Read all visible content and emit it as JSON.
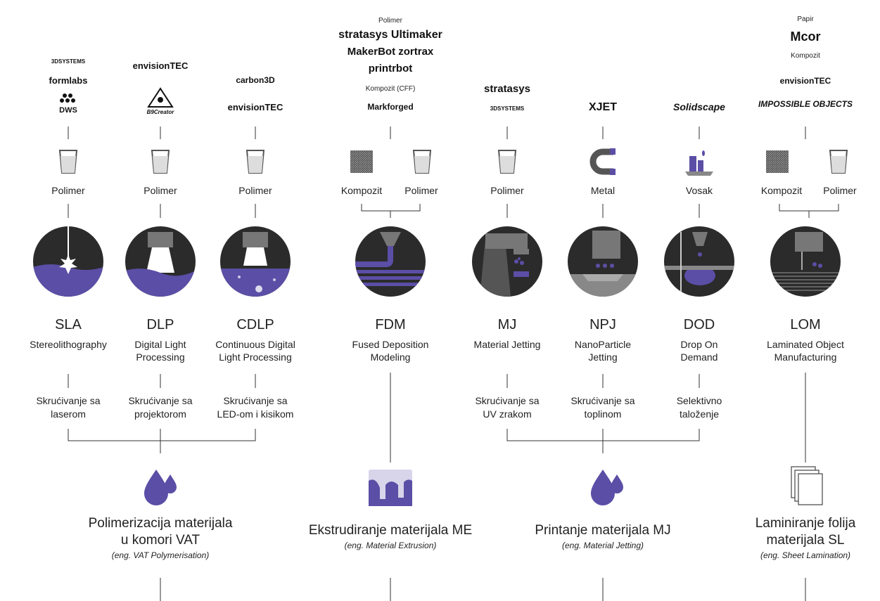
{
  "header_labels": {
    "fdm_polimer": "Polimer",
    "fdm_kompozit": "Kompozit (CFF)",
    "lom_papir": "Papir",
    "lom_kompozit": "Kompozit"
  },
  "logos": {
    "systems3d": "3DSYSTEMS",
    "formlabs": "formlabs",
    "dws": "DWS",
    "envisiontec": "envisionTEC",
    "bjcreator": "B9Creator",
    "carbon3d": "carbon3D",
    "stratasys": "stratasys",
    "ultimaker": "Ultimaker",
    "makerbot": "MakerBot",
    "zortrax": "zortrax",
    "printrbot": "printrbot",
    "markforged": "Markforged",
    "xjet": "XJET",
    "solidscape": "Solidscape",
    "mcor": "Mcor",
    "impossible": "IMPOSSIBLE",
    "objects": "OBJECTS"
  },
  "materials": {
    "polimer": "Polimer",
    "kompozit": "Kompozit",
    "metal": "Metal",
    "vosak": "Vosak"
  },
  "processes": [
    {
      "abbr": "SLA",
      "name_lines": [
        "Stereolithography"
      ],
      "method_lines": [
        "Skrućivanje sa",
        "laserom"
      ]
    },
    {
      "abbr": "DLP",
      "name_lines": [
        "Digital Light",
        "Processing"
      ],
      "method_lines": [
        "Skrućivanje sa",
        "projektorom"
      ]
    },
    {
      "abbr": "CDLP",
      "name_lines": [
        "Continuous Digital",
        "Light Processing"
      ],
      "method_lines": [
        "Skrućivanje sa",
        "LED-om i kisikom"
      ]
    },
    {
      "abbr": "FDM",
      "name_lines": [
        "Fused Deposition",
        "Modeling"
      ],
      "method_lines": []
    },
    {
      "abbr": "MJ",
      "name_lines": [
        "Material Jetting"
      ],
      "method_lines": [
        "Skrućivanje sa",
        "UV zrakom"
      ]
    },
    {
      "abbr": "NPJ",
      "name_lines": [
        "NanoParticle",
        "Jetting"
      ],
      "method_lines": [
        "Skrućivanje sa",
        "toplinom"
      ]
    },
    {
      "abbr": "DOD",
      "name_lines": [
        "Drop On",
        "Demand"
      ],
      "method_lines": [
        "Selektivno",
        "taloženje"
      ]
    },
    {
      "abbr": "LOM",
      "name_lines": [
        "Laminated Object",
        "Manufacturing"
      ],
      "method_lines": []
    }
  ],
  "categories": [
    {
      "title_lines": [
        "Polimerizacija materijala",
        "u komori VAT"
      ],
      "eng": "(eng. VAT Polymerisation)"
    },
    {
      "title_lines": [
        "Ekstrudiranje materijala ME"
      ],
      "eng": "(eng. Material Extrusion)"
    },
    {
      "title_lines": [
        "Printanje materijala MJ"
      ],
      "eng": "(eng. Material Jetting)"
    },
    {
      "title_lines": [
        "Laminiranje folija",
        "materijala SL"
      ],
      "eng": "(eng. Sheet Lamination)"
    }
  ],
  "colors": {
    "purple": "#5b4ea6",
    "dark": "#2b2b2b",
    "gray": "#6d6d6d",
    "light_gray": "#bdbdbd"
  }
}
